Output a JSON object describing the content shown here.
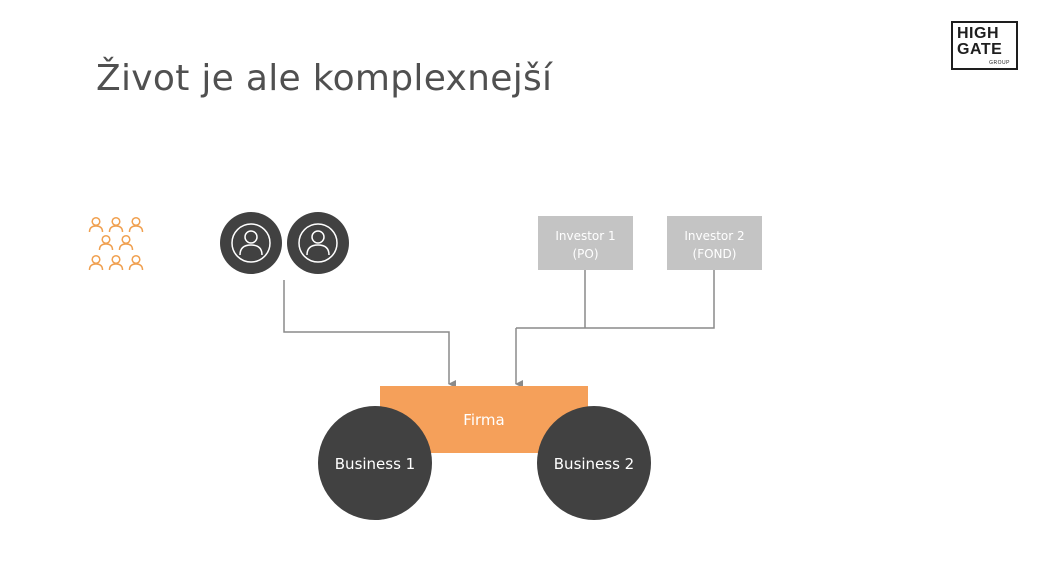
{
  "slide": {
    "title": "Život je ale komplexnejší"
  },
  "logo": {
    "line1": "HIGH",
    "line2": "GATE",
    "line3": "GROUP"
  },
  "diagram": {
    "investors": [
      {
        "line1": "Investor 1",
        "line2": "(PO)"
      },
      {
        "line1": "Investor 2",
        "line2": "(FOND)"
      }
    ],
    "company": "Firma",
    "businesses": [
      "Business 1",
      "Business 2"
    ]
  },
  "colors": {
    "accent_orange": "#F5A05A",
    "dark_circle": "#414141",
    "investor_box": "#C4C4C4",
    "connector": "#8A8A8A",
    "title_text": "#505050"
  },
  "icons": [
    "people-group-icon",
    "person-icon",
    "person-icon"
  ]
}
